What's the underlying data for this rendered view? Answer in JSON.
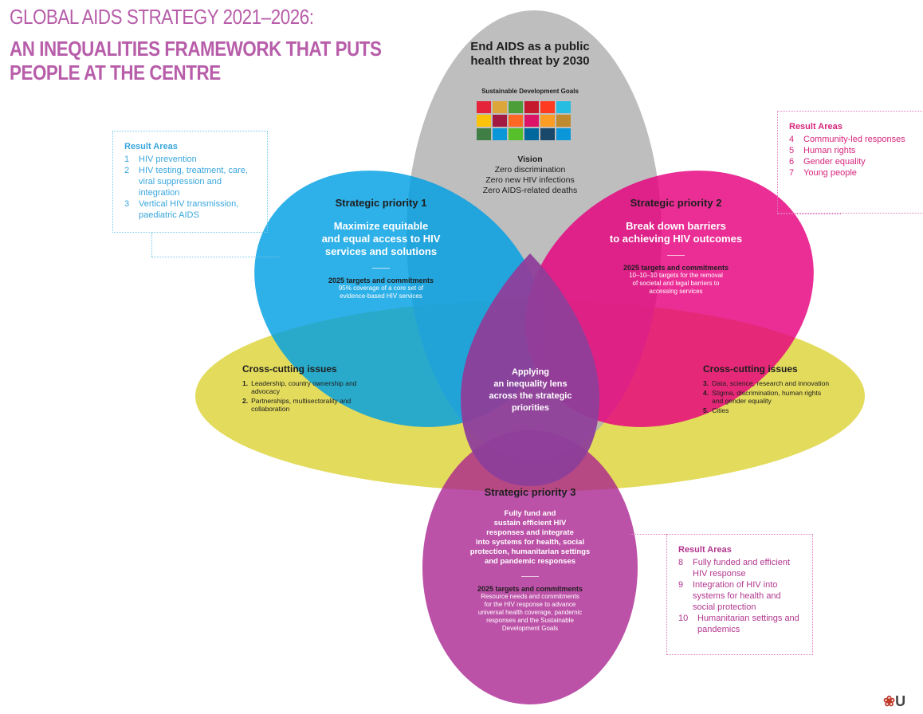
{
  "title": {
    "line1": "GLOBAL AIDS STRATEGY 2021–2026:",
    "line2": "AN INEQUALITIES FRAMEWORK THAT PUTS",
    "line3": "PEOPLE AT THE CENTRE"
  },
  "top_petal": {
    "heading_line1": "End AIDS as a public",
    "heading_line2": "health threat by 2030",
    "sdg_label": "Sustainable Development Goals",
    "sdg_colors": [
      "#e5243b",
      "#dda63a",
      "#4c9f38",
      "#c5192d",
      "#ff3a21",
      "#26bde2",
      "#fcc30b",
      "#a21942",
      "#fd6925",
      "#dd1367",
      "#fd9d24",
      "#bf8b2e",
      "#3f7e44",
      "#0a97d9",
      "#56c02b",
      "#00689d",
      "#19486a",
      "#0a97d9"
    ],
    "vision_heading": "Vision",
    "vision_lines": [
      "Zero discrimination",
      "Zero new HIV infections",
      "Zero AIDS-related deaths"
    ]
  },
  "sp1": {
    "title": "Strategic priority 1",
    "sub": [
      "Maximize equitable",
      "and equal access to HIV",
      "services and solutions"
    ],
    "targets_heading": "2025 targets and commitments",
    "targets": [
      "95% coverage of a core set of",
      "evidence-based HIV services"
    ]
  },
  "sp2": {
    "title": "Strategic priority 2",
    "sub": [
      "Break down barriers",
      "to achieving HIV outcomes"
    ],
    "targets_heading": "2025 targets and commitments",
    "targets": [
      "10–10–10 targets for the removal",
      "of societal and legal barriers to",
      "accessing services"
    ]
  },
  "sp3": {
    "title": "Strategic priority 3",
    "sub": [
      "Fully fund and",
      "sustain efficient HIV",
      "responses and integrate",
      "into systems for health, social",
      "protection, humanitarian settings",
      "and pandemic responses"
    ],
    "targets_heading": "2025 targets and commitments",
    "targets": [
      "Resource needs and commitments",
      "for the HIV response to advance",
      "universal health coverage, pandemic",
      "responses and the Sustainable",
      "Development Goals"
    ]
  },
  "center": {
    "lines": [
      "Applying",
      "an inequality lens",
      "across the strategic",
      "priorities"
    ]
  },
  "cross_left": {
    "title": "Cross-cutting issues",
    "items": [
      {
        "num": "1.",
        "text": "Leadership, country ownership and advocacy"
      },
      {
        "num": "2.",
        "text": "Partnerships, multisectorality and collaboration"
      }
    ]
  },
  "cross_right": {
    "title": "Cross-cutting issues",
    "items": [
      {
        "num": "3.",
        "text": "Data, science, research and innovation"
      },
      {
        "num": "4.",
        "text": "Stigma, discrimination, human rights and gender equality"
      },
      {
        "num": "5.",
        "text": "Cities"
      }
    ]
  },
  "results_left": {
    "title": "Result Areas",
    "items": [
      {
        "num": "1",
        "text": "HIV prevention"
      },
      {
        "num": "2",
        "text": "HIV testing, treatment, care, viral suppression and integration"
      },
      {
        "num": "3",
        "text": "Vertical HIV transmission, paediatric AIDS"
      }
    ]
  },
  "results_right": {
    "title": "Result Areas",
    "items": [
      {
        "num": "4",
        "text": "Community-led responses"
      },
      {
        "num": "5",
        "text": "Human rights"
      },
      {
        "num": "6",
        "text": "Gender equality"
      },
      {
        "num": "7",
        "text": "Young people"
      }
    ]
  },
  "results_bottom": {
    "title": "Result Areas",
    "items": [
      {
        "num": "8",
        "text": "Fully funded and efficient HIV response"
      },
      {
        "num": "9",
        "text": "Integration of HIV into systems for health and social protection"
      },
      {
        "num": "10",
        "text": "Humanitarian settings and pandemics"
      }
    ]
  },
  "logo": "U",
  "colors": {
    "title": "#b75da9",
    "grey_petal": "#b7b7b7",
    "cyan_petal": "#009fe3",
    "magenta_petal": "#e5007e",
    "yellow_petal": "#e5dc4f",
    "purple_petal": "#b2378f"
  }
}
